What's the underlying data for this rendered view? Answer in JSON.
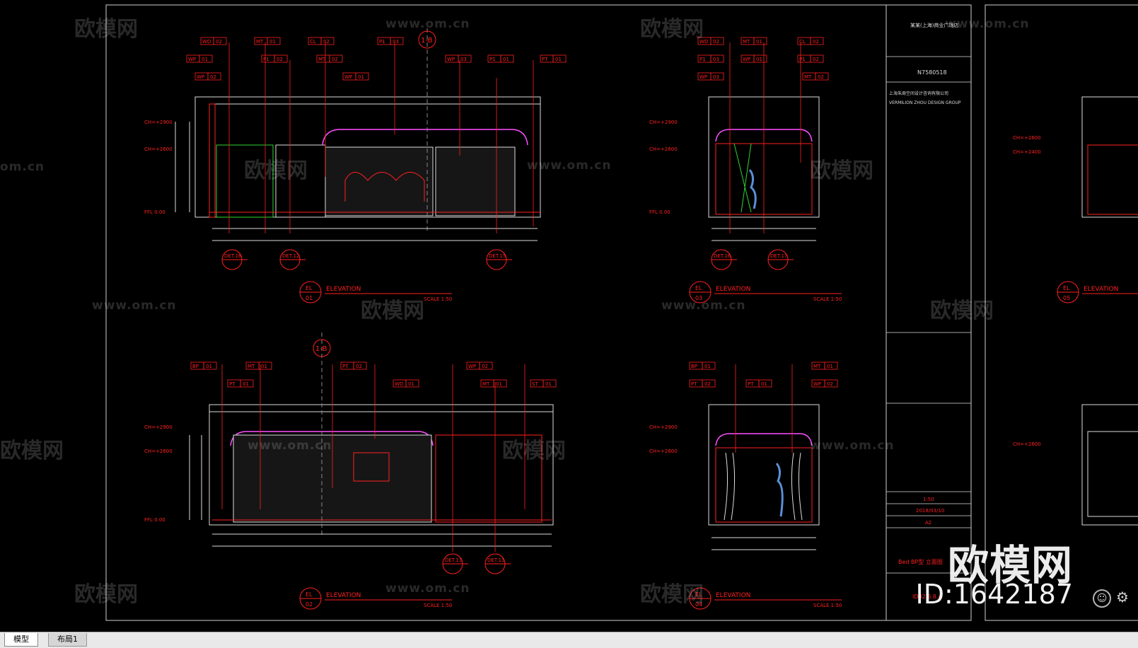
{
  "watermark": {
    "logo_text": "欧模网",
    "url_text": "www.om.cn",
    "corner_url": "om.cn"
  },
  "brand": {
    "name": "欧模网",
    "id_text": "ID:1642187"
  },
  "layout_tabs": [
    {
      "label": "模型"
    },
    {
      "label": "布局1"
    }
  ],
  "status_icons": [
    "smiley-icon",
    "gear-icon"
  ],
  "title_block": {
    "project_name": "某某(上海)商业广场店",
    "project_no": "N7580518",
    "company_cn": "上海朱周空间设计咨询有限公司",
    "company_en": "VERMILION ZHOU DESIGN GROUP",
    "scale": "1:50",
    "date": "2018/03/10",
    "size": "A2",
    "drawing_title": "Bed  BP型  立面图",
    "drawing_no": "ID02.6.8.4"
  },
  "elevations": [
    {
      "code": "EL",
      "number": "01",
      "label": "ELEVATION",
      "scale": "SCALE 1:50"
    },
    {
      "code": "EL",
      "number": "02",
      "label": "ELEVATION",
      "scale": "SCALE 1:50"
    },
    {
      "code": "EL",
      "number": "03",
      "label": "ELEVATION",
      "scale": "SCALE 1:50"
    },
    {
      "code": "EL",
      "number": "04",
      "label": "ELEVATION",
      "scale": "SCALE 1:50"
    },
    {
      "code": "EL",
      "number": "05",
      "label": "ELEVATION",
      "scale": ""
    }
  ],
  "section_markers": [
    "1-B",
    "1-B"
  ],
  "detail_bubbles": [
    "DET.16",
    "DET.12",
    "DET.15",
    "DET.16",
    "DET.17",
    "DET.11",
    "DET.11"
  ],
  "level_marks": [
    "CH=+2900",
    "CH=+2600",
    "FFL 0.00"
  ],
  "level_marks_right": [
    "CH=+2600",
    "CH=+2400"
  ],
  "tags_row1": [
    "WD 02",
    "MT 01",
    "CL 02",
    "P1 03",
    "WP 01",
    "P1 02",
    "WP 03",
    "MT 02",
    "P1 01",
    "WP 02",
    "WP 01",
    "PT 01"
  ],
  "tags_row2": [
    "BP 01",
    "MT 01",
    "PT 02",
    "PT 01",
    "WP 02",
    "MT 01",
    "WD 01",
    "ST 01"
  ]
}
